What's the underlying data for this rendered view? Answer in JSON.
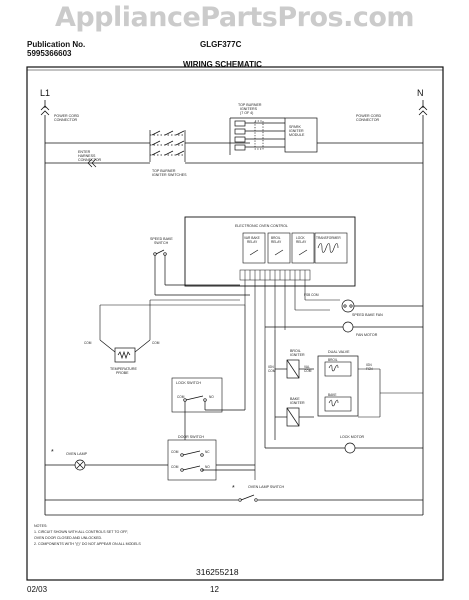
{
  "watermark": "AppliancePartsPros.com",
  "header": {
    "publication_label": "Publication No.",
    "publication_number": "5995366603",
    "model": "GLGF377C",
    "title": "WIRING SCHEMATIC"
  },
  "rails": {
    "left": "L1",
    "right": "N"
  },
  "labels": {
    "power_cord_left": [
      "POWER CORD",
      "CONNECTOR"
    ],
    "power_cord_right": [
      "POWER CORD",
      "CONNECTOR"
    ],
    "harness_connector": [
      "ENTER",
      "HARNESS",
      "CONNECTOR"
    ],
    "top_burner_switches": [
      "TOP BURNER",
      "IGNITER SWITCHES"
    ],
    "top_burner_igniters": [
      "TOP BURNER",
      "IGNITERS",
      "(7 OF 4)"
    ],
    "spark_module": [
      "SPARK",
      "IGNITER",
      "MODULE"
    ],
    "oven_control": "ELECTRONIC OVEN CONTROL",
    "relay_1": [
      "VAR BAKE",
      "RELAY"
    ],
    "relay_2": [
      "BROIL",
      "RELAY"
    ],
    "relay_3": [
      "LOCK",
      "RELAY"
    ],
    "transformer": "TRANSFORMER",
    "speed_bake_switch": [
      "SPEED BAKE",
      "SWITCH"
    ],
    "speed_bake_fan": "SPEED BAKE FAN",
    "fan_motor": "FAN MOTOR",
    "fan_com": "FSB COM",
    "fan_hot": "FSB COM",
    "temp_probe": [
      "TEMPERATURE",
      "PROBE"
    ],
    "lock_switch": "LOCK SWITCH",
    "com": "COM",
    "no": "NO",
    "nc": "NC",
    "broil_igniter": [
      "BROIL",
      "IGNITER"
    ],
    "bake_igniter": [
      "BAKE",
      "IGNITER"
    ],
    "dual_valve": "DUAL VALVE",
    "broil": "BROIL",
    "bake": "BAKE",
    "ign_com": [
      "IGN",
      "COM"
    ],
    "val_com": [
      "VAL",
      "COM"
    ],
    "ign_fcn": [
      "IGN",
      "FCN"
    ],
    "door_switch": "DOOR SWITCH",
    "lock_motor": "LOCK MOTOR",
    "oven_lamp": "OVEN LAMP",
    "lamp_switch": "OVEN LAMP SWITCH",
    "notes": [
      "NOTES:",
      "1.   CIRCUIT SHOWN WITH ALL CONTROLS SET TO OFF,",
      "      OVEN DOOR CLOSED AND UNLOCKED.",
      "2.   COMPONENTS WITH \"(!)\" DO NOT APPEAR ON ALL MODELS"
    ],
    "part_number": "316255218"
  },
  "footer": {
    "date": "02/03",
    "page": "12"
  }
}
